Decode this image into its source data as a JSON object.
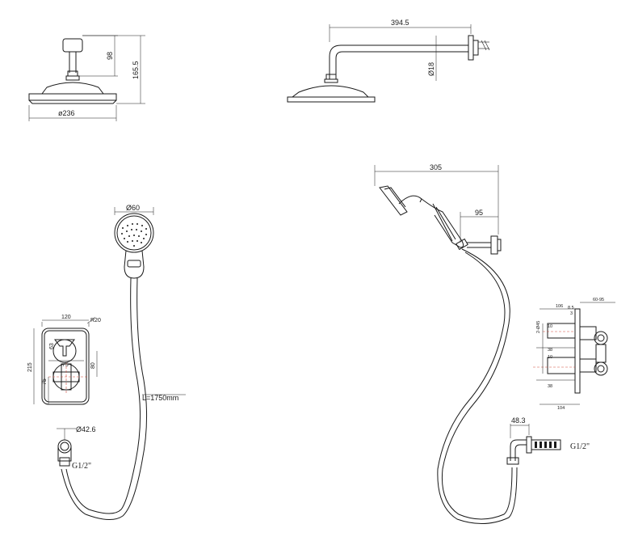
{
  "dimensions": {
    "top_left_height_98": "98",
    "top_left_height_165": "165.5",
    "top_left_diameter": "ø236",
    "top_right_length": "394.5",
    "top_right_diameter": "Ø18",
    "hand_shower_diameter": "Ø60",
    "hose_length": "L=1750mm",
    "valve_width": "120",
    "valve_height": "215",
    "valve_radius": "R20",
    "valve_spacing": "80",
    "valve_center": "75",
    "valve_center_2": "75",
    "valve_hole": "63",
    "outlet_diameter": "Ø42.6",
    "outlet_thread": "G1/2\"",
    "right_hand_length": "305",
    "right_bracket": "95",
    "valve_side_depth": "106",
    "valve_side_range": "60-95",
    "valve_side_hole": "2-Ø45",
    "valve_side_small_1": "8.5",
    "valve_side_small_2": "3",
    "valve_side_10a": "10",
    "valve_side_38a": "38",
    "valve_side_10b": "10",
    "valve_side_38b": "38",
    "valve_side_bottom": "104",
    "elbow_length": "48.3",
    "elbow_thread": "G1/2\""
  }
}
